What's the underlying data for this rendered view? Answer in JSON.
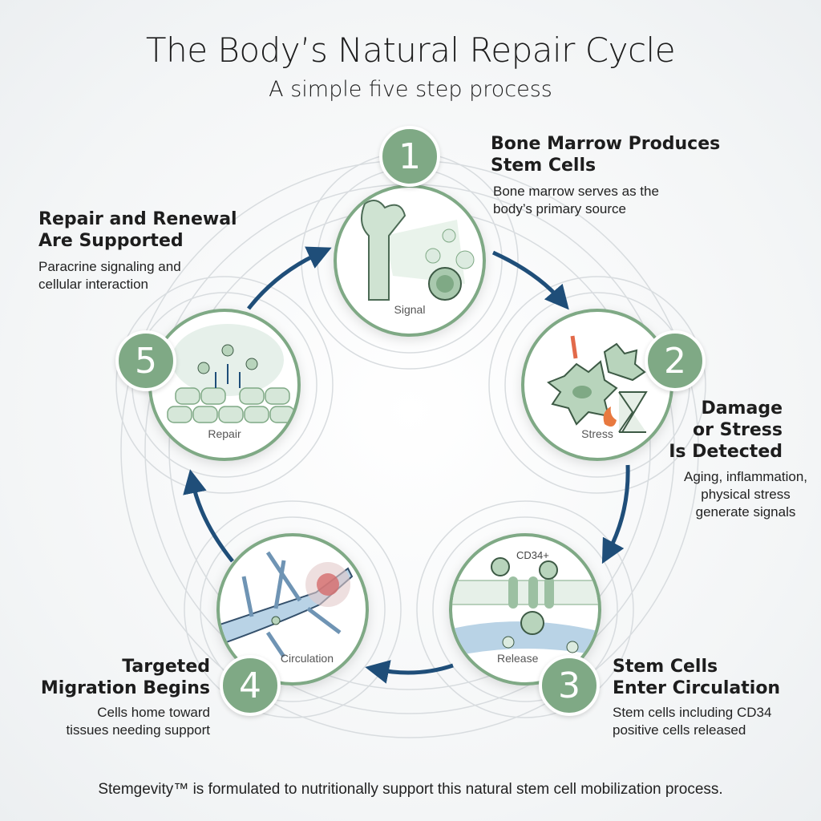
{
  "title": "The Body’s Natural Repair Cycle",
  "subtitle": "A simple five step process",
  "colors": {
    "accent_green": "#7fa985",
    "arrow_navy": "#1f4e79",
    "vessel_blue": "#b9d3e6"
  },
  "steps": [
    {
      "number": "1",
      "icon": "bone-marrow-icon",
      "icon_label": "Signal",
      "heading_line1": "Bone Marrow Produces",
      "heading_line2": "Stem Cells",
      "desc_line1": "Bone marrow serves as the",
      "desc_line2": "body’s primary source"
    },
    {
      "number": "2",
      "icon": "stress-damage-icon",
      "icon_label": "Stress",
      "heading_line1": "Damage",
      "heading_line2": "or Stress",
      "heading_line3": "Is Detected",
      "desc_line1": "Aging, inflammation,",
      "desc_line2": "physical stress",
      "desc_line3": "generate signals"
    },
    {
      "number": "3",
      "icon": "cell-release-icon",
      "icon_label": "Release",
      "icon_tag": "CD34+",
      "heading_line1": "Stem Cells",
      "heading_line2": "Enter Circulation",
      "desc_line1": "Stem cells including CD34",
      "desc_line2": "positive cells released"
    },
    {
      "number": "4",
      "icon": "blood-vessel-icon",
      "icon_label": "Circulation",
      "heading_line1": "Targeted",
      "heading_line2": "Migration Begins",
      "desc_line1": "Cells home toward",
      "desc_line2": "tissues needing support"
    },
    {
      "number": "5",
      "icon": "tissue-repair-icon",
      "icon_label": "Repair",
      "heading_line1": "Repair and Renewal",
      "heading_line2": "Are Supported",
      "desc_line1": "Paracrine signaling and",
      "desc_line2": "cellular interaction"
    }
  ],
  "footer": "Stemgevity™ is formulated to nutritionally support this natural stem cell mobilization process."
}
